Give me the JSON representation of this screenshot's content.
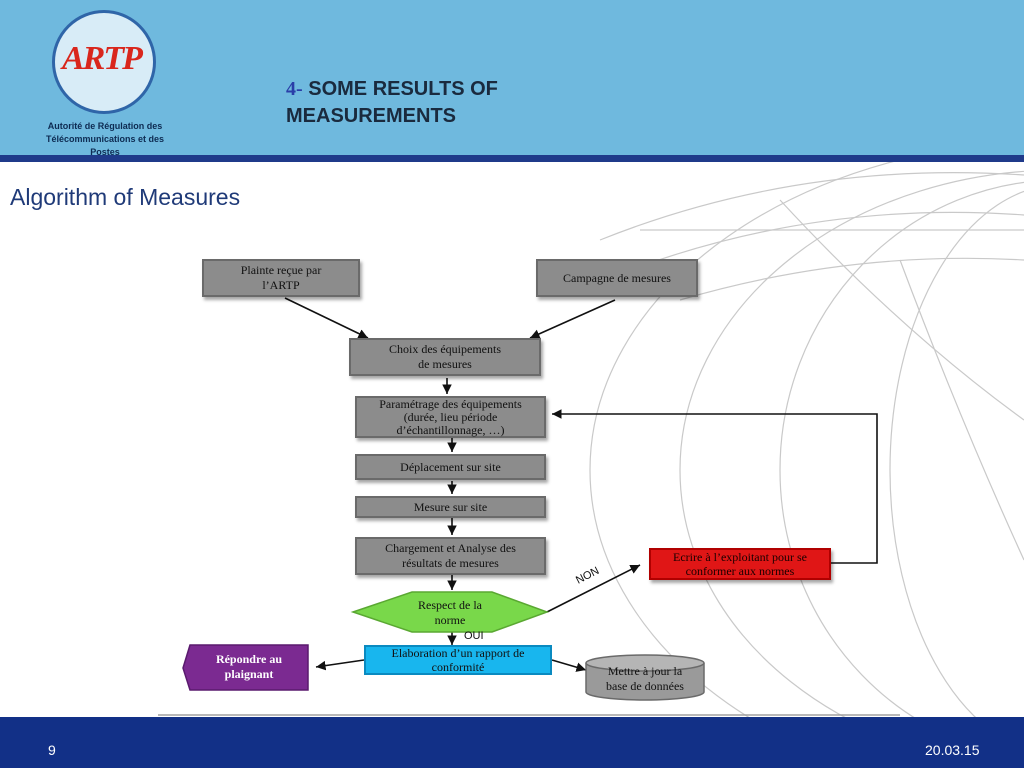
{
  "header": {
    "logo_text": "ARTP",
    "org_line1": "Autorité de Régulation des",
    "org_line2": "Télécommunications et des Postes",
    "title_number": "4-",
    "title_line1": "SOME RESULTS OF",
    "title_line2": "MEASUREMENTS"
  },
  "subtitle": "Algorithm of Measures",
  "flowchart": {
    "plainte_l1": "Plainte reçue par",
    "plainte_l2": "l’ARTP",
    "campagne": "Campagne de mesures",
    "choix_l1": "Choix des équipements",
    "choix_l2": "de mesures",
    "param_l1": "Paramétrage des équipements",
    "param_l2": "(durée, lieu période",
    "param_l3": "d’échantillonnage, …)",
    "deplacement": "Déplacement sur site",
    "mesure": "Mesure sur site",
    "chargement_l1": "Chargement et Analyse des",
    "chargement_l2": "résultats de mesures",
    "respect_l1": "Respect de la",
    "respect_l2": "norme",
    "ecrire_l1": "Ecrire à l’exploitant pour se",
    "ecrire_l2": "conformer aux normes",
    "non": "NON",
    "oui": "OUI",
    "elaboration_l1": "Elaboration d’un rapport de",
    "elaboration_l2": "conformité",
    "repondre_l1": "Répondre au",
    "repondre_l2": "plaignant",
    "mettre_l1": "Mettre à jour la",
    "mettre_l2": "base de données"
  },
  "footer": {
    "page_number": "9",
    "date": "20.03.15"
  },
  "colors": {
    "header_bg": "#6fb9de",
    "footer_bg": "#123087",
    "box_gray": "#8c8c8c",
    "box_red": "#e01616",
    "box_cyan": "#18b6ee",
    "diamond_green": "#79d84a",
    "repondre_purple": "#7b2a91"
  }
}
